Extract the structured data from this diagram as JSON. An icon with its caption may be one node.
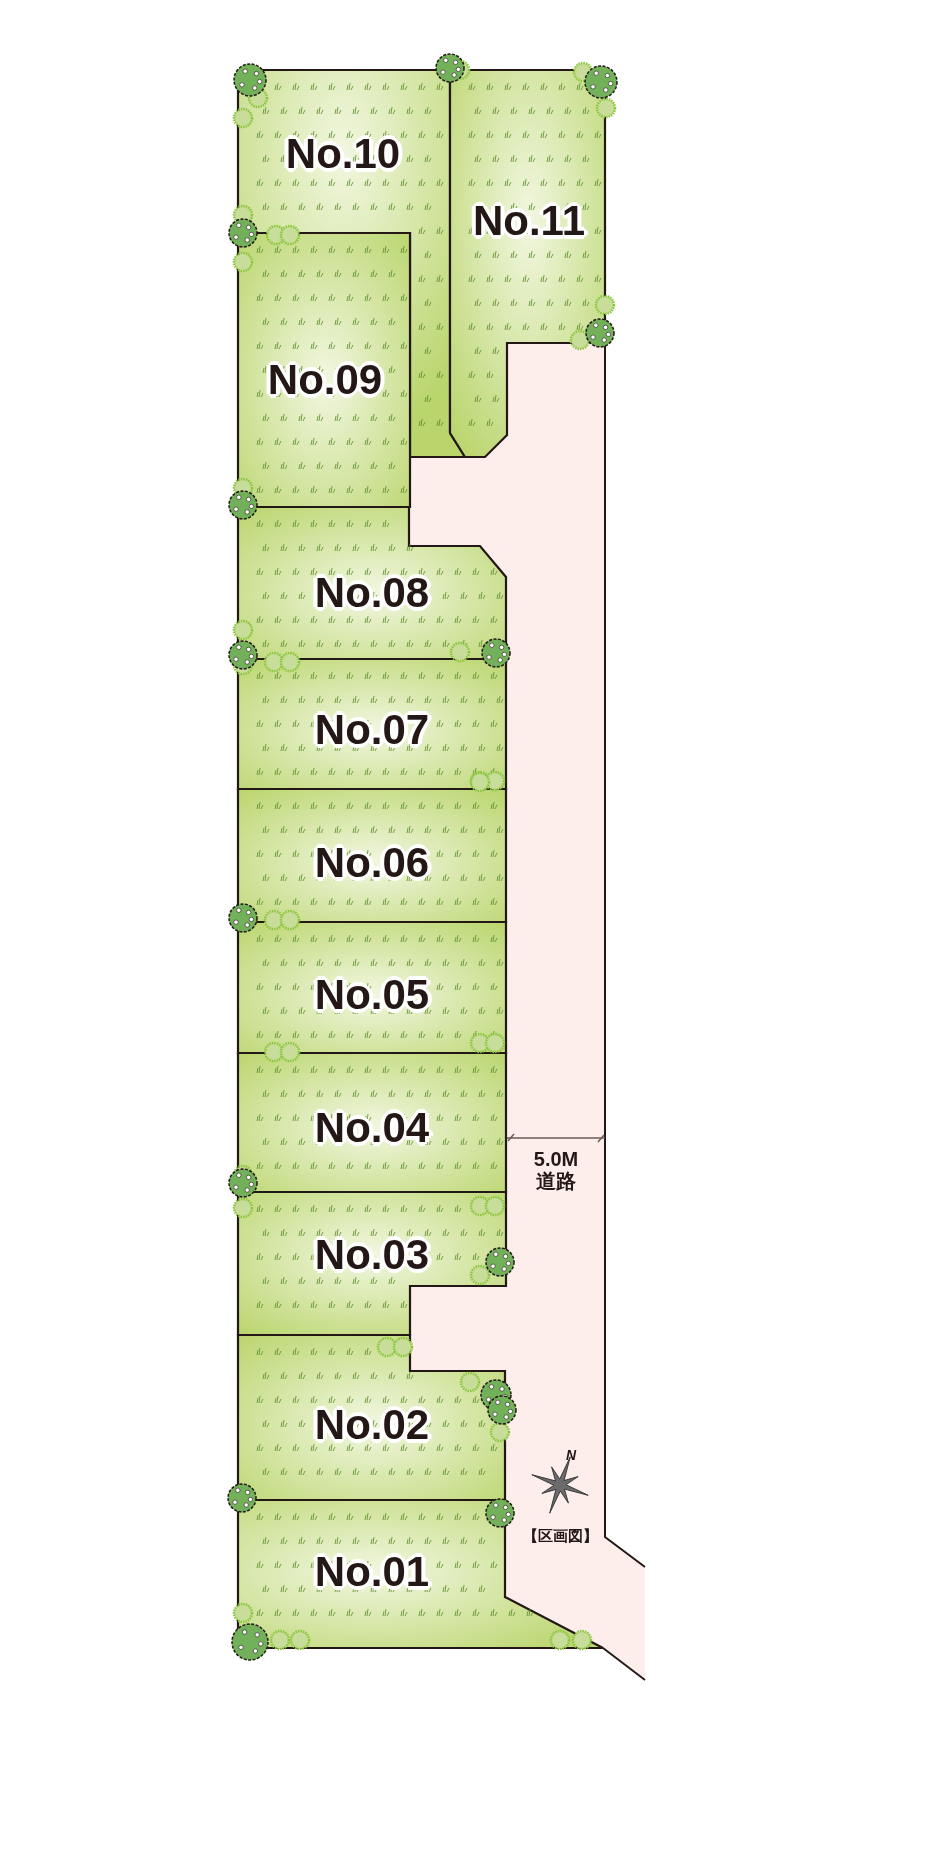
{
  "diagram": {
    "nodes": [
      {
        "text": [
          "No.10"
        ]
      },
      {
        "text": [
          "No.11"
        ]
      },
      {
        "text": [
          "No.09"
        ]
      },
      {
        "text": [
          "No.08"
        ]
      },
      {
        "text": [
          "No.07"
        ]
      },
      {
        "text": [
          "No.06"
        ]
      },
      {
        "text": [
          "No.05"
        ]
      },
      {
        "text": [
          "No.04"
        ]
      },
      {
        "text": [
          "No.03"
        ]
      },
      {
        "text": [
          "No.02"
        ]
      },
      {
        "text": [
          "No.01"
        ]
      },
      {
        "text": [
          "5.0M 道路"
        ]
      }
    ],
    "labels": [
      "N",
      "【区画図】"
    ]
  }
}
